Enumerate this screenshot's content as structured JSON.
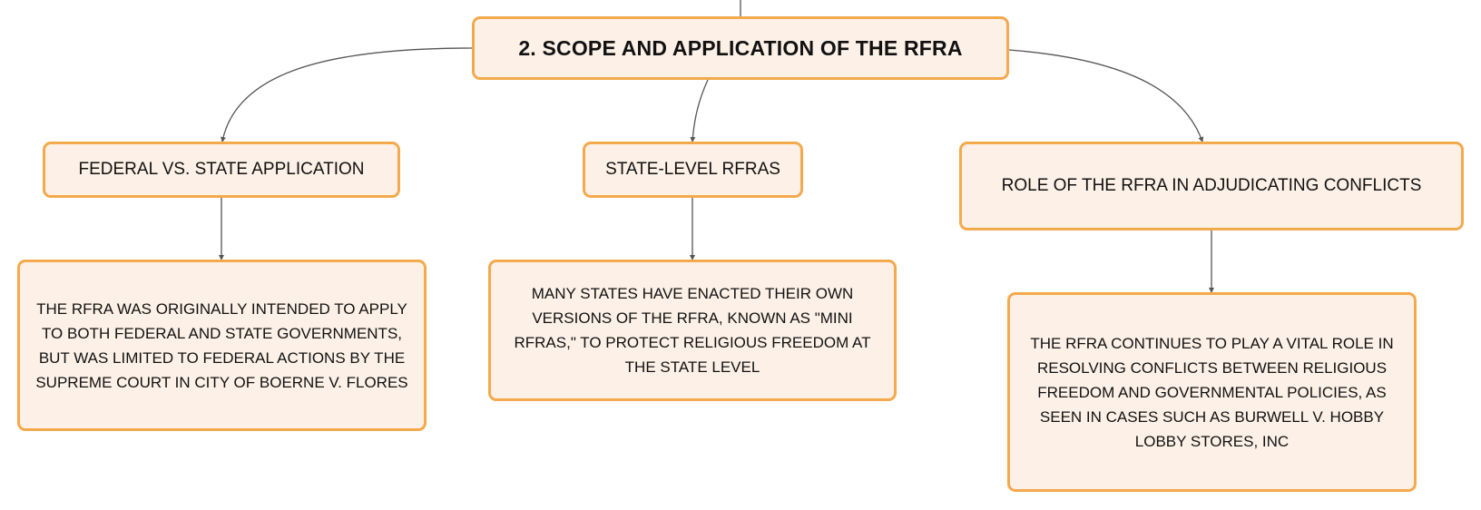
{
  "diagram": {
    "root": {
      "label": "2. SCOPE AND APPLICATION OF THE RFRA"
    },
    "branches": [
      {
        "label": "FEDERAL VS. STATE APPLICATION",
        "detail": "THE RFRA WAS ORIGINALLY INTENDED TO APPLY TO BOTH FEDERAL AND STATE GOVERNMENTS, BUT WAS LIMITED TO FEDERAL ACTIONS BY THE SUPREME COURT IN CITY OF BOERNE V. FLORES"
      },
      {
        "label": "STATE-LEVEL RFRAS",
        "detail": "MANY STATES HAVE ENACTED THEIR OWN VERSIONS OF THE RFRA, KNOWN AS \"MINI RFRAS,\" TO PROTECT RELIGIOUS FREEDOM AT THE STATE LEVEL"
      },
      {
        "label": "ROLE OF THE RFRA IN ADJUDICATING CONFLICTS",
        "detail": "THE RFRA CONTINUES TO PLAY A VITAL ROLE IN RESOLVING CONFLICTS BETWEEN RELIGIOUS FREEDOM AND GOVERNMENTAL POLICIES, AS SEEN IN CASES SUCH AS BURWELL V. HOBBY LOBBY STORES, INC"
      }
    ]
  },
  "style": {
    "node_fill": "#fdf1e7",
    "node_border": "#f4a94c",
    "connector_color": "#555555"
  }
}
